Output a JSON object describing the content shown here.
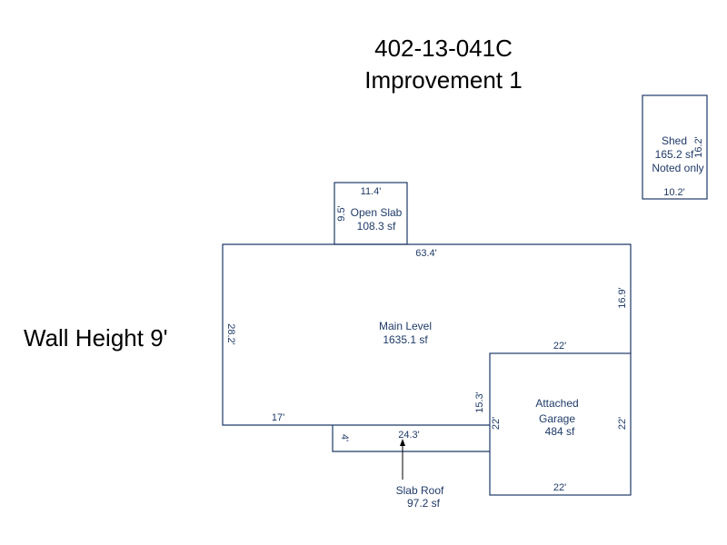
{
  "header": {
    "parcel": "402-13-041C",
    "improvement": "Improvement 1"
  },
  "wall_height": "Wall Height 9'",
  "shed": {
    "name": "Shed",
    "area": "165.2 sf",
    "note": "Noted only",
    "dim_bottom": "10.2'",
    "dim_side": "16.2'"
  },
  "open_slab": {
    "name": "Open Slab",
    "area": "108.3 sf",
    "dim_top": "11.4'",
    "dim_side": "9.5'"
  },
  "main_level": {
    "name": "Main Level",
    "area": "1635.1 sf",
    "dim_top": "63.4'",
    "dim_left": "28.2'",
    "dim_right": "16.9'",
    "dim_bottom": "17'",
    "dim_step": "15.3'"
  },
  "garage": {
    "name1": "Attached",
    "name2": "Garage",
    "area": "484 sf",
    "dim_top": "22'",
    "dim_bottom": "22'",
    "dim_right": "22'",
    "dim_left": "22'"
  },
  "slab_roof": {
    "name": "Slab Roof",
    "area": "97.2 sf",
    "dim_width": "24.3'",
    "dim_depth": "4'"
  }
}
